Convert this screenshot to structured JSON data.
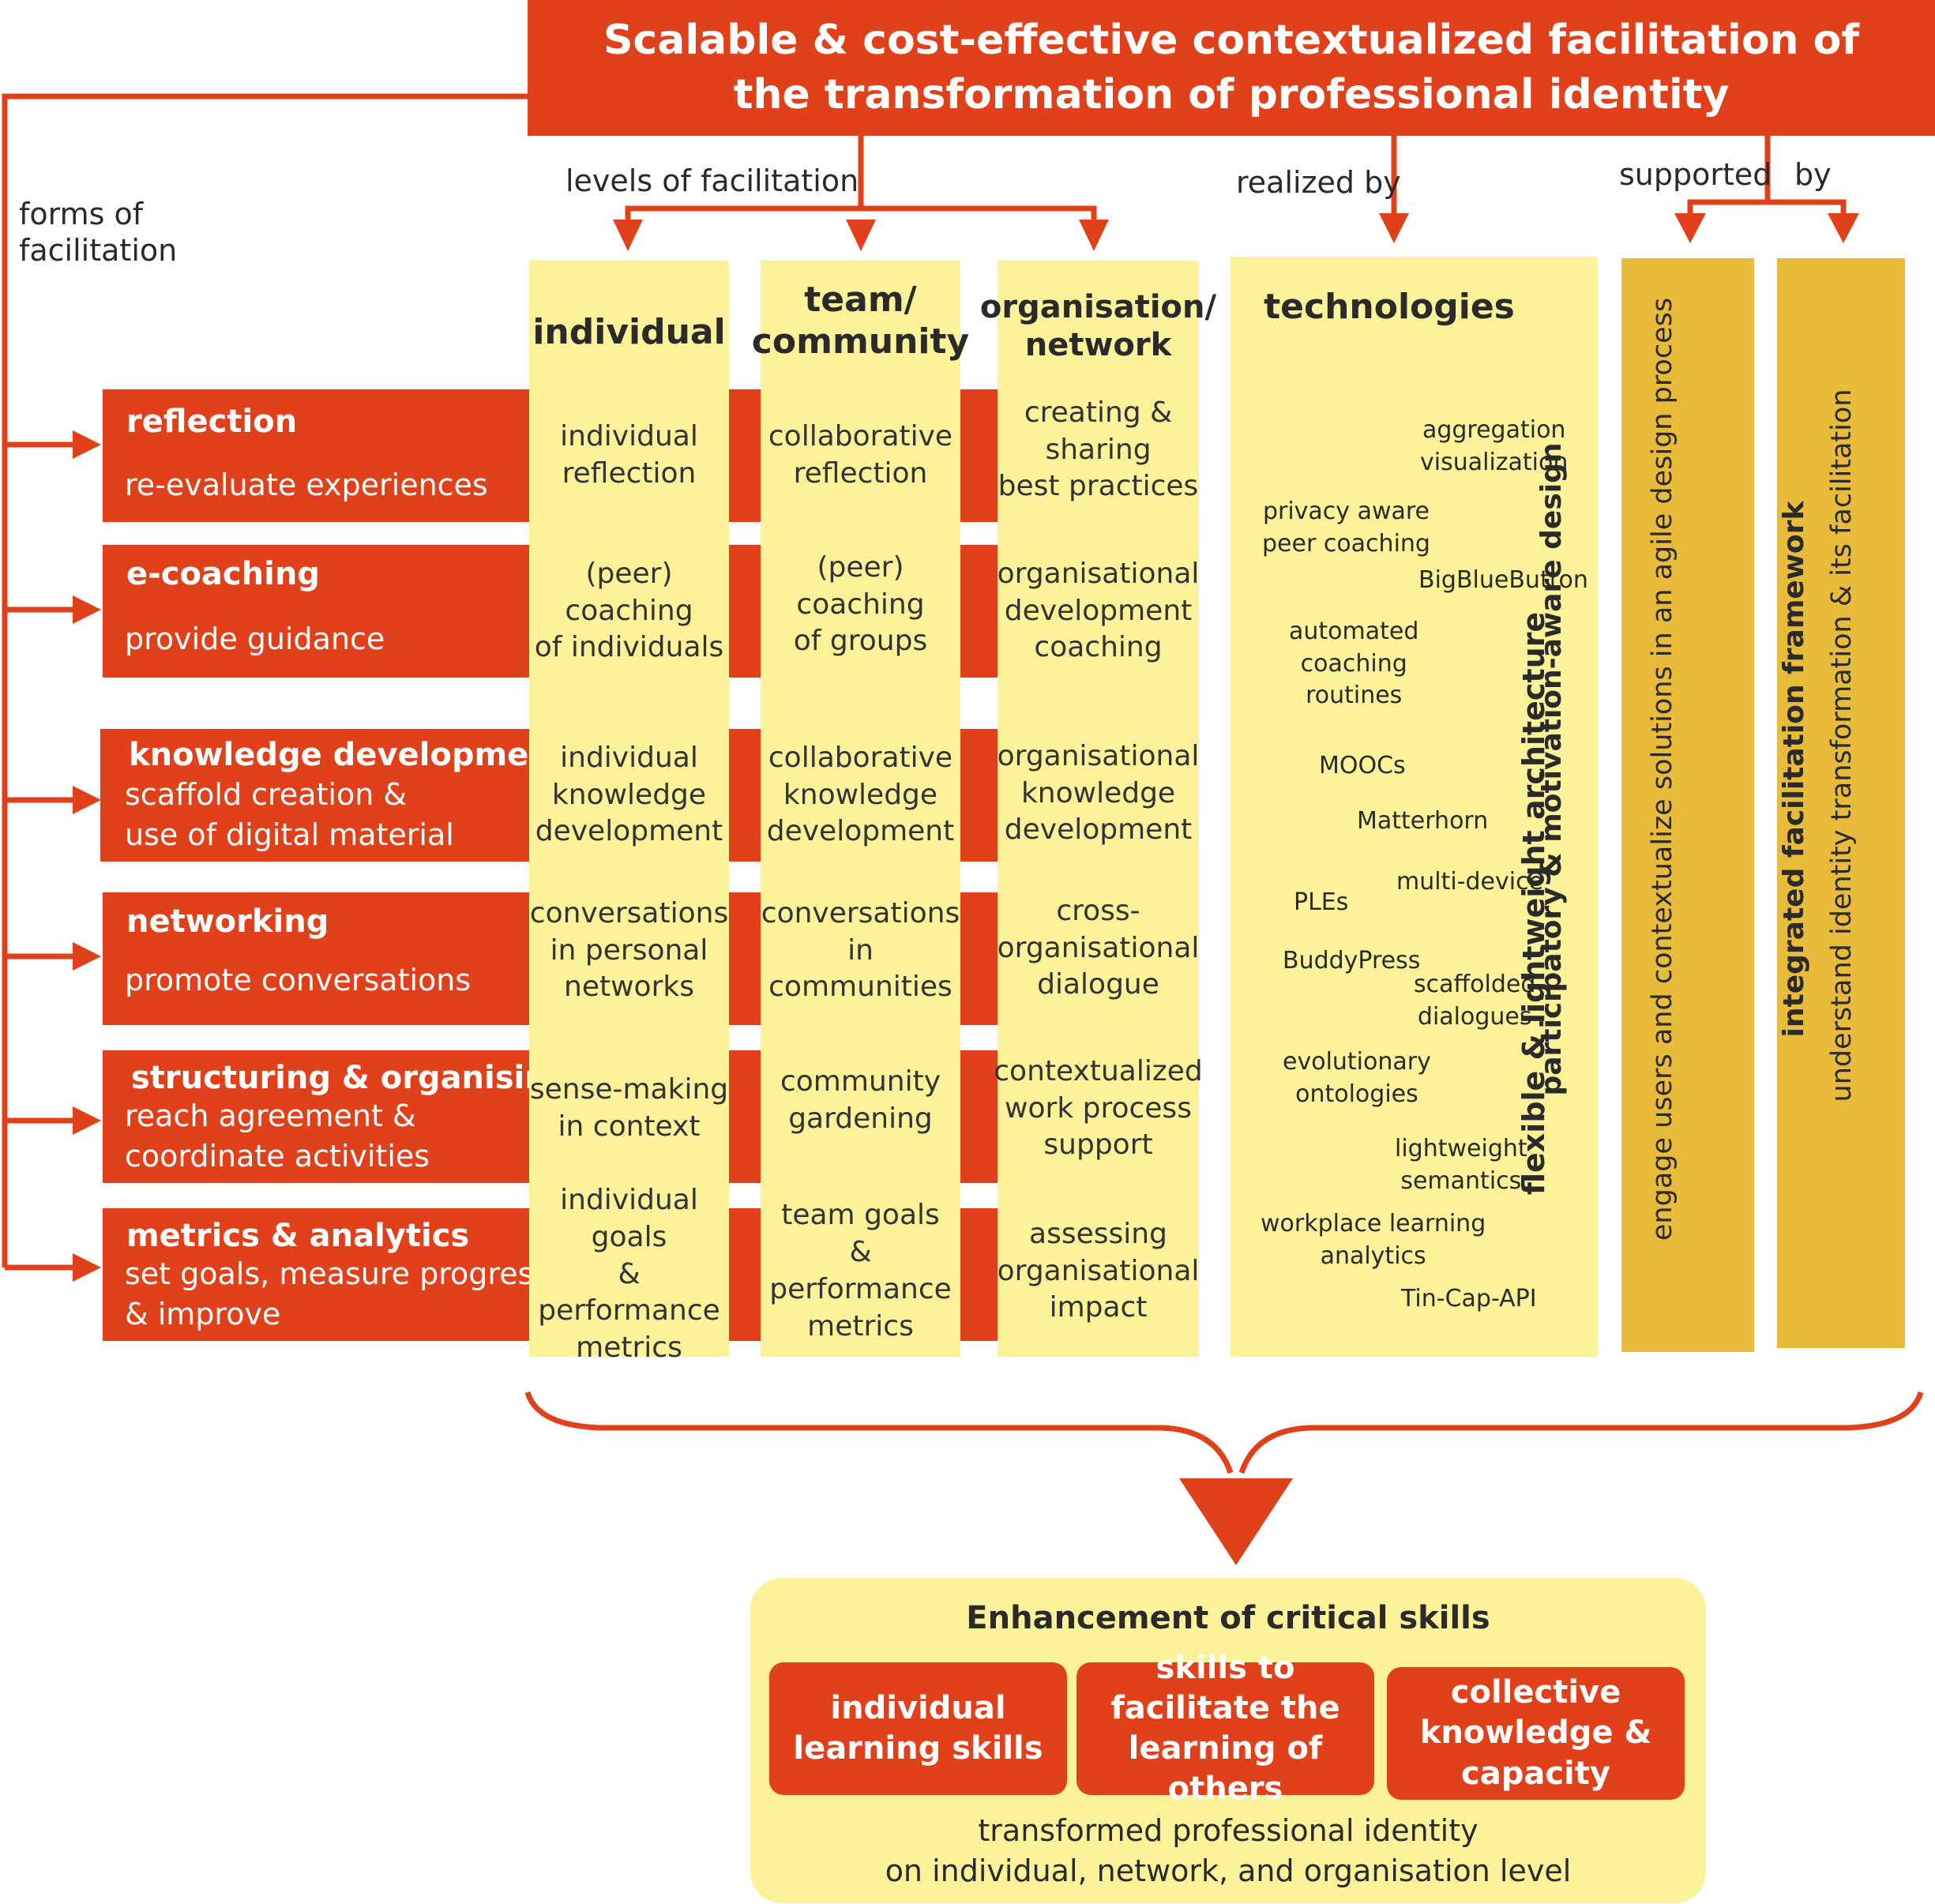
{
  "title": "Scalable & cost-effective contextualized facilitation of\nthe transformation of professional identity",
  "connectors": {
    "forms_of_facilitation": "forms of\nfacilitation",
    "levels_of_facilitation": "levels of facilitation",
    "realized_by": "realized by",
    "supported": "supported",
    "by": "by"
  },
  "levels": [
    {
      "header": "individual"
    },
    {
      "header": "team/\ncommunity"
    },
    {
      "header": "organisation/\nnetwork"
    }
  ],
  "technologies": {
    "header": "technologies",
    "items": [
      "aggregation\nvisualization",
      "privacy aware\npeer coaching",
      "BigBlueButton",
      "automated\ncoaching\nroutines",
      "MOOCs",
      "Matterhorn",
      "multi-device",
      "PLEs",
      "BuddyPress",
      "scaffolded\ndialogues",
      "evolutionary\nontologies",
      "lightweight\nsemantics",
      "workplace learning\nanalytics",
      "Tin-Cap-API"
    ],
    "architecture": "flexible & lightweight architecture"
  },
  "support": [
    {
      "title": "participatory & motivation-aware design",
      "desc": "engage users and contextualize solutions in an agile design process"
    },
    {
      "title": "integrated facilitation framework",
      "desc": "understand identity transformation & its facilitation"
    }
  ],
  "forms": [
    {
      "title": "reflection",
      "desc": "re-evaluate experiences",
      "cells": [
        "individual\nreflection",
        "collaborative\nreflection",
        "creating &\nsharing\nbest practices"
      ]
    },
    {
      "title": "e-coaching",
      "desc": "provide guidance",
      "cells": [
        "(peer)\ncoaching\nof individuals",
        "(peer)\ncoaching\nof groups",
        "organisational\ndevelopment\ncoaching"
      ]
    },
    {
      "title": "knowledge development",
      "desc": "scaffold creation &\nuse of digital material",
      "cells": [
        "individual\nknowledge\ndevelopment",
        "collaborative\nknowledge\ndevelopment",
        "organisational\nknowledge\ndevelopment"
      ]
    },
    {
      "title": "networking",
      "desc": "promote conversations",
      "cells": [
        "conversations\nin personal\nnetworks",
        "conversations\nin\ncommunities",
        "cross-\norganisational\ndialogue"
      ]
    },
    {
      "title": "structuring & organising",
      "desc": "reach agreement &\ncoordinate activities",
      "cells": [
        "sense-making\nin context",
        "community\ngardening",
        "contextualized\nwork process\nsupport"
      ]
    },
    {
      "title": "metrics & analytics",
      "desc": "set goals, measure progress\n& improve",
      "cells": [
        "individual goals\n& performance\nmetrics",
        "team goals\n& performance\nmetrics",
        "assessing\norganisational\nimpact"
      ]
    }
  ],
  "outcome": {
    "title": "Enhancement of critical skills",
    "skills": [
      "individual\nlearning skills",
      "skills to\nfacilitate the\nlearning of others",
      "collective\nknowledge &\ncapacity"
    ],
    "footer": "transformed professional identity\non individual, network, and organisation level"
  },
  "colors": {
    "red": "#e0401a",
    "yellow": "#fbf29a",
    "gold": "#e9bb3a"
  }
}
